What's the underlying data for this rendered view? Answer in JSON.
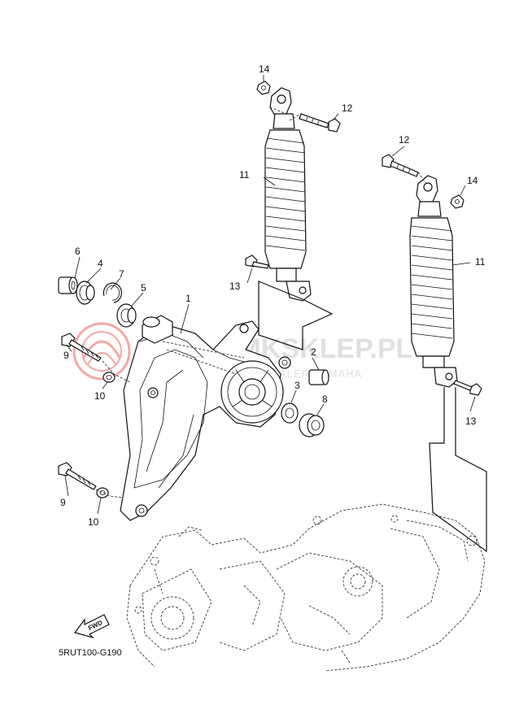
{
  "diagram_code": "5RUT100-G190",
  "fwd_label": "FWD",
  "watermark": {
    "main": "AMKSKLEP.PL",
    "sub": "OFICJALNY DEALER YAMAHA"
  },
  "callouts": {
    "c1": "1",
    "c2": "2",
    "c3": "3",
    "c4": "4",
    "c5": "5",
    "c6": "6",
    "c7": "7",
    "c8": "8",
    "c9a": "9",
    "c9b": "9",
    "c10a": "10",
    "c10b": "10",
    "c11a": "11",
    "c11b": "11",
    "c12a": "12",
    "c12b": "12",
    "c13a": "13",
    "c13b": "13",
    "c14a": "14",
    "c14b": "14"
  },
  "colors": {
    "watermark_red": "#e9403a",
    "line": "#111111"
  }
}
